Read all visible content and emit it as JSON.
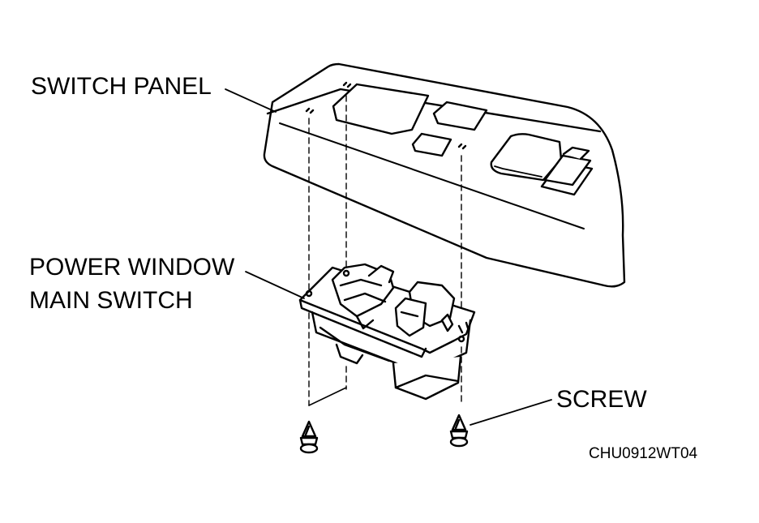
{
  "labels": {
    "switch_panel": "SWITCH PANEL",
    "power_window_line1": "POWER WINDOW",
    "power_window_line2": "MAIN SWITCH",
    "screw": "SCREW",
    "figure_code": "CHU0912WT04"
  },
  "colors": {
    "ink": "#000000",
    "paper": "#ffffff"
  }
}
